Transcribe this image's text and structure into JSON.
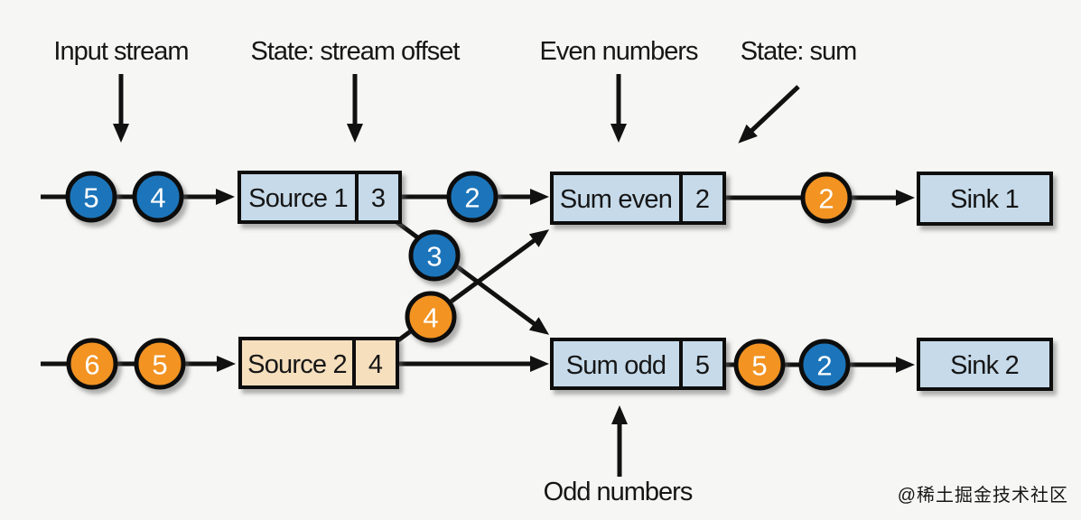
{
  "colors": {
    "background": "#f6f6f4",
    "stroke": "#111111",
    "box_blue": "#c6dae9",
    "box_peach": "#f6dfbd",
    "token_blue": "#1b74ba",
    "token_orange": "#f29322",
    "label_text": "#161616",
    "watermark_text": "#c9c9c9"
  },
  "annotations": {
    "input_stream": "Input stream",
    "state_stream_offset": "State: stream offset",
    "even_numbers": "Even numbers",
    "state_sum": "State: sum",
    "odd_numbers": "Odd numbers"
  },
  "nodes": {
    "source1": {
      "label": "Source 1",
      "state": "3",
      "fill": "#c6dae9"
    },
    "sum_even": {
      "label": "Sum even",
      "state": "2",
      "fill": "#c6dae9"
    },
    "sink1": {
      "label": "Sink 1",
      "fill": "#c6dae9"
    },
    "source2": {
      "label": "Source 2",
      "state": "4",
      "fill": "#f6dfbd"
    },
    "sum_odd": {
      "label": "Sum odd",
      "state": "5",
      "fill": "#c6dae9"
    },
    "sink2": {
      "label": "Sink 2",
      "fill": "#c6dae9"
    }
  },
  "tokens": {
    "input_top": [
      {
        "value": "5",
        "fill": "#1b74ba"
      },
      {
        "value": "4",
        "fill": "#1b74ba"
      }
    ],
    "source1_out": [
      {
        "value": "2",
        "fill": "#1b74ba"
      }
    ],
    "to_sum_odd": [
      {
        "value": "3",
        "fill": "#1b74ba"
      }
    ],
    "to_sum_even": [
      {
        "value": "4",
        "fill": "#f29322"
      }
    ],
    "sum_even_out": [
      {
        "value": "2",
        "fill": "#f29322"
      }
    ],
    "input_bottom": [
      {
        "value": "6",
        "fill": "#f29322"
      },
      {
        "value": "5",
        "fill": "#f29322"
      }
    ],
    "sum_odd_out": [
      {
        "value": "5",
        "fill": "#f29322"
      },
      {
        "value": "2",
        "fill": "#1b74ba"
      }
    ]
  },
  "watermark": "@稀土掘金技术社区"
}
